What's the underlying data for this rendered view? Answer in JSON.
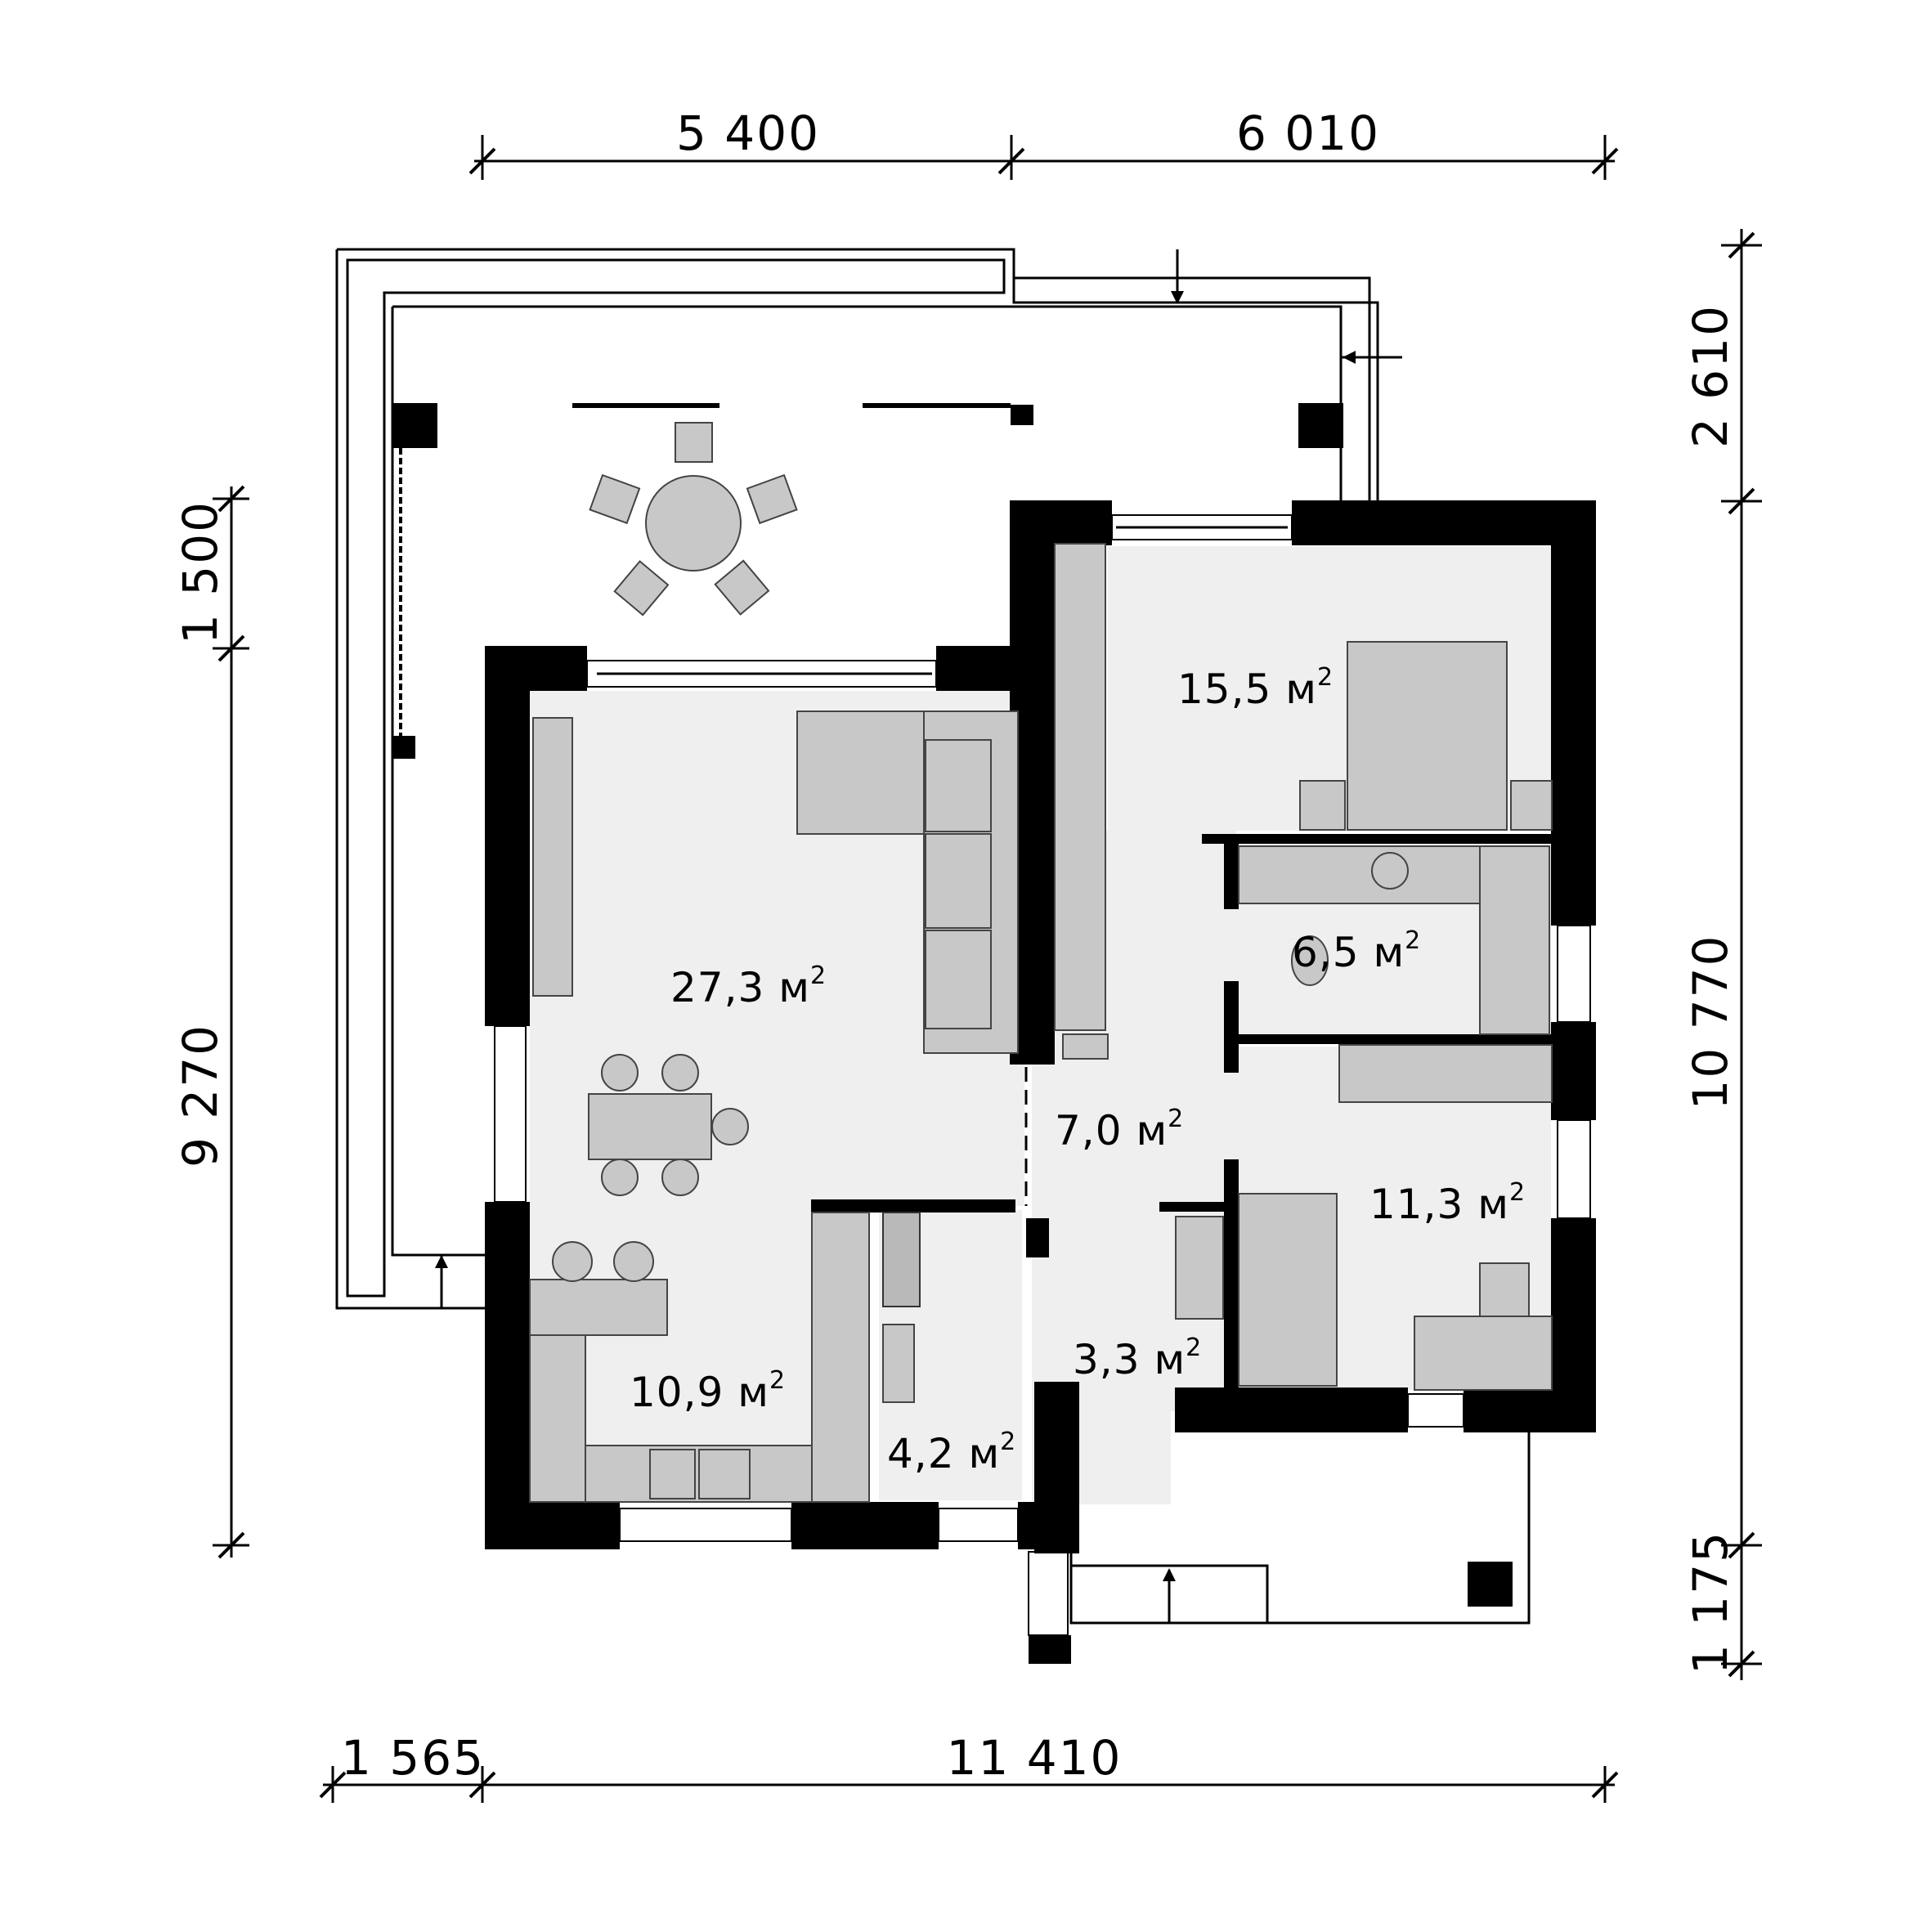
{
  "dimensions": {
    "top_left": "5 400",
    "top_right": "6 010",
    "bottom_left": "1 565",
    "bottom_main": "11 410",
    "left_upper": "1 500",
    "left_main": "9 270",
    "right_top": "2 610",
    "right_main": "10 770",
    "right_bottom": "1 175"
  },
  "rooms": {
    "living": {
      "value": "27,3",
      "unit": "м",
      "sup": "2"
    },
    "kitchen": {
      "value": "10,9",
      "unit": "м",
      "sup": "2"
    },
    "bedroom_main": {
      "value": "15,5",
      "unit": "м",
      "sup": "2"
    },
    "bathroom": {
      "value": "6,5",
      "unit": "м",
      "sup": "2"
    },
    "hall": {
      "value": "7,0",
      "unit": "м",
      "sup": "2"
    },
    "bedroom_small": {
      "value": "11,3",
      "unit": "м",
      "sup": "2"
    },
    "vestibule": {
      "value": "3,3",
      "unit": "м",
      "sup": "2"
    },
    "utility": {
      "value": "4,2",
      "unit": "м",
      "sup": "2"
    }
  },
  "colors": {
    "wall": "#000000",
    "floor": "#efefef",
    "furniture": "#c8c8c8"
  }
}
